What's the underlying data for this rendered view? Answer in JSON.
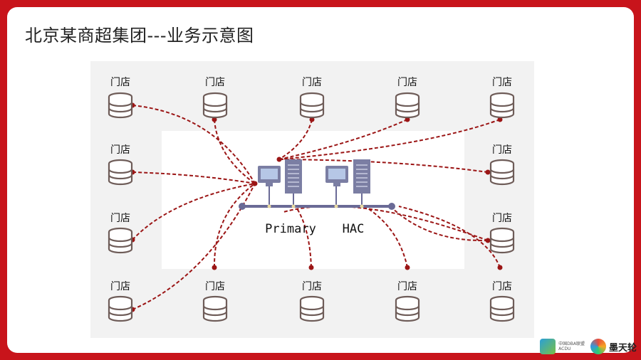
{
  "title": "北京某商超集团---业务示意图",
  "store_label": "门店",
  "primary_label": "Primary",
  "hac_label": "HAC",
  "colors": {
    "frame": "#c8141b",
    "link": "#9b1515",
    "db": "#6e5c58",
    "server": "#7b7ea3",
    "bus": "#6a6a96"
  },
  "logos": {
    "dba_title": "中国DBA联盟",
    "dba_sub": "ACDU",
    "motian": "墨天轮"
  }
}
